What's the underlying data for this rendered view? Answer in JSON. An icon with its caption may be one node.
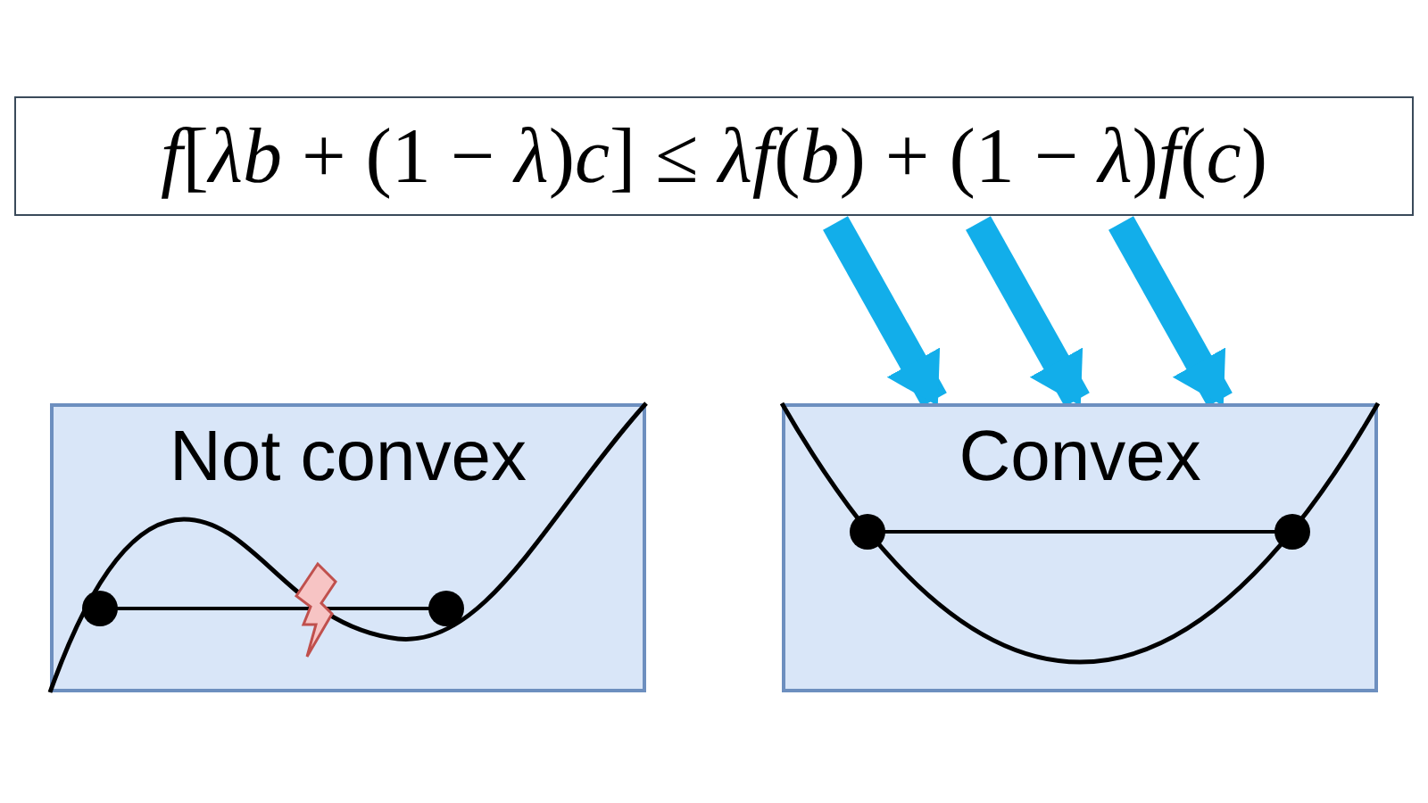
{
  "diagram": {
    "nodes": [
      {
        "text": [
          "*f*[*λb* + (1 − *λ*)*c*] ≤ *λf*(*b*) + (1 − *λ*)*f*(*c*)"
        ]
      },
      {
        "text": [
          "Not convex"
        ]
      },
      {
        "text": [
          "Convex"
        ]
      }
    ],
    "edges": [
      {
        "from": 0,
        "to": 2,
        "arrow": "to"
      },
      {
        "from": 0,
        "to": 2,
        "arrow": "to"
      },
      {
        "from": 0,
        "to": 2,
        "arrow": "to"
      }
    ]
  }
}
